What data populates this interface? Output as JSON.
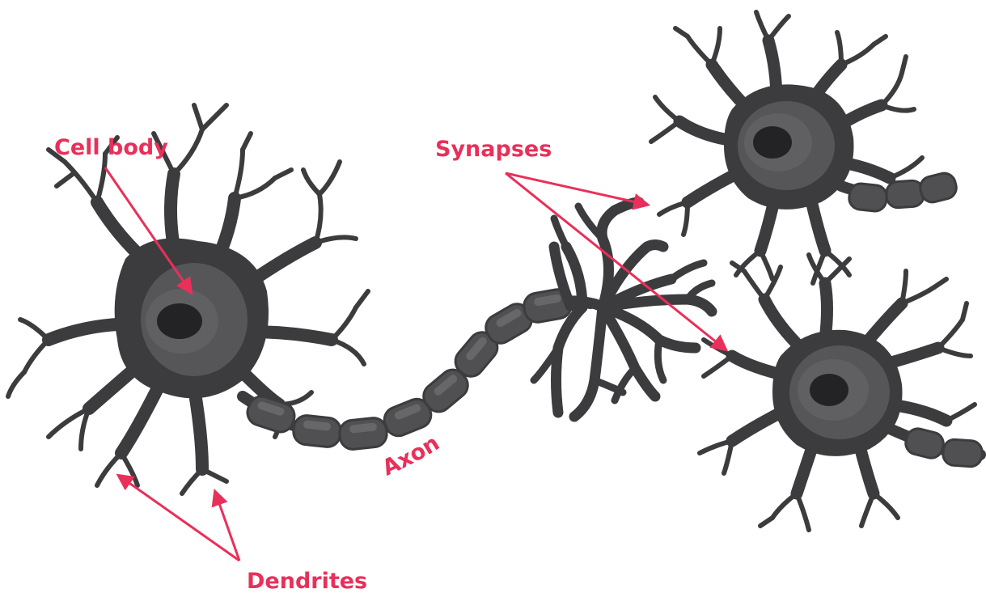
{
  "labels": {
    "cell_body": "Cell body",
    "synapses": "Synapses",
    "axon": "Axon",
    "dendrites": "Dendrites"
  },
  "colors": {
    "label": "#e8305a",
    "neuron_dark": "#3c3c3e",
    "cell_body": "#565658",
    "nucleus_halo": "#6a6a6c",
    "nucleus": "#232325",
    "myelin": "#505052",
    "myelin_highlight": "#67676a"
  }
}
